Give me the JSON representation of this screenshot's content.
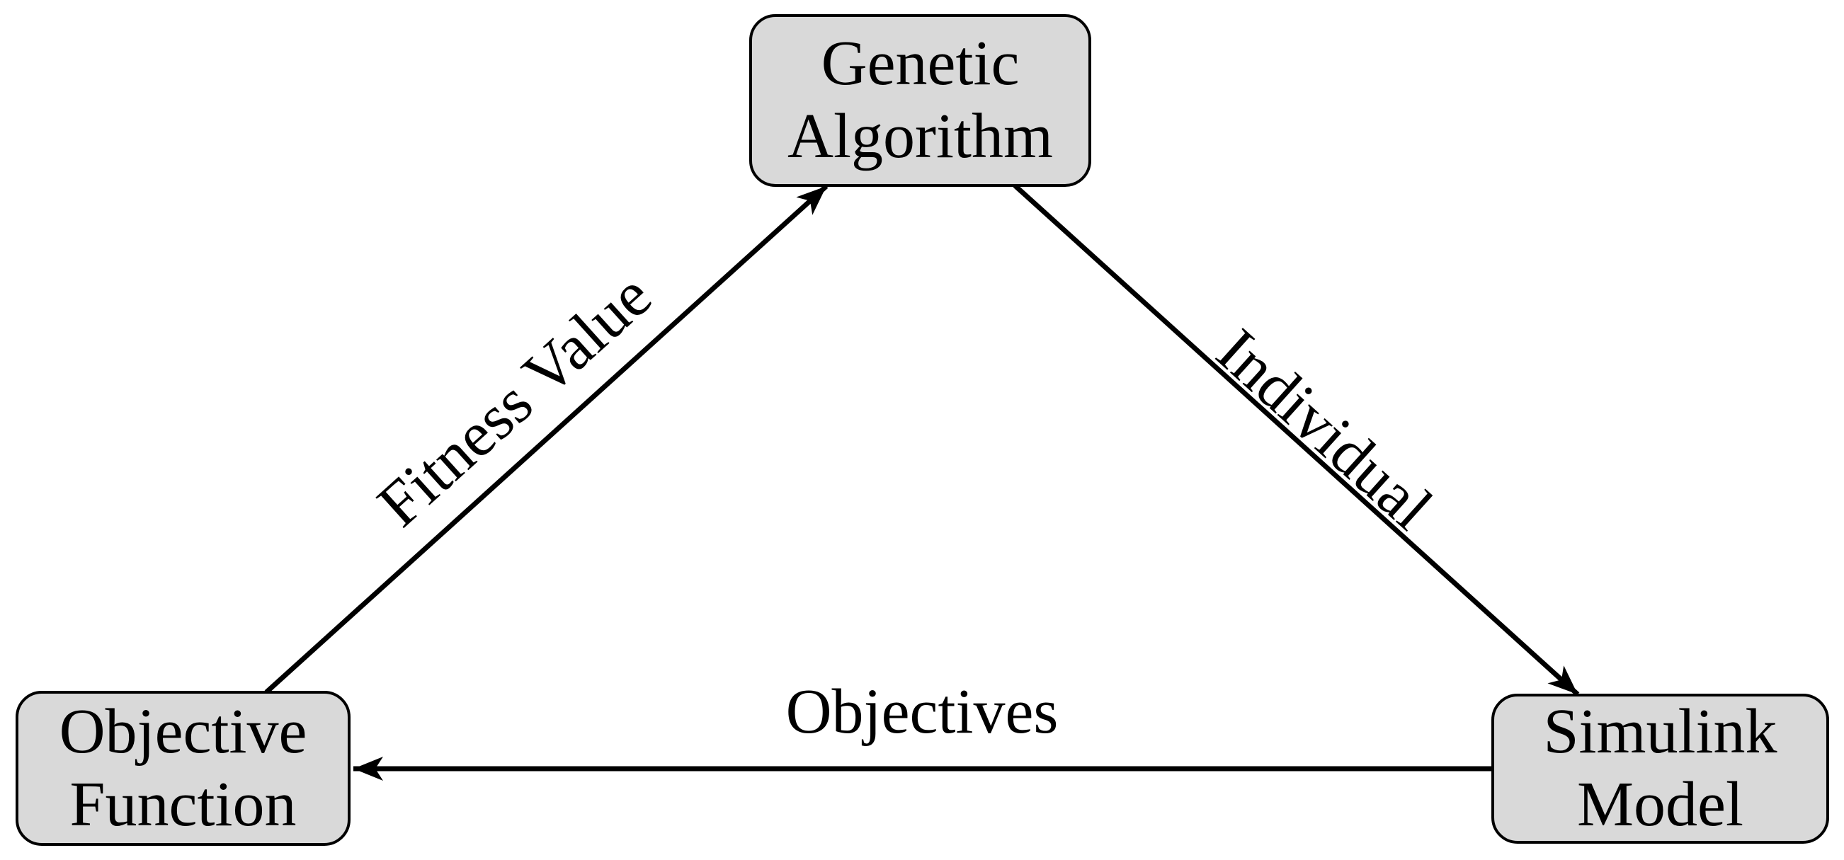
{
  "colors": {
    "background": "#ffffff",
    "node_fill": "#d9d9d9",
    "node_stroke": "#000000",
    "arrow": "#000000",
    "text": "#000000"
  },
  "nodes": {
    "genetic_algorithm": {
      "line1": "Genetic",
      "line2": "Algorithm"
    },
    "objective_function": {
      "line1": "Objective",
      "line2": "Function"
    },
    "simulink_model": {
      "line1": "Simulink",
      "line2": "Model"
    }
  },
  "edges": {
    "fitness_value": {
      "label": "Fitness Value",
      "from": "Objective Function",
      "to": "Genetic Algorithm"
    },
    "individual": {
      "label": "Individual",
      "from": "Genetic Algorithm",
      "to": "Simulink Model"
    },
    "objectives": {
      "label": "Objectives",
      "from": "Simulink Model",
      "to": "Objective Function"
    }
  }
}
